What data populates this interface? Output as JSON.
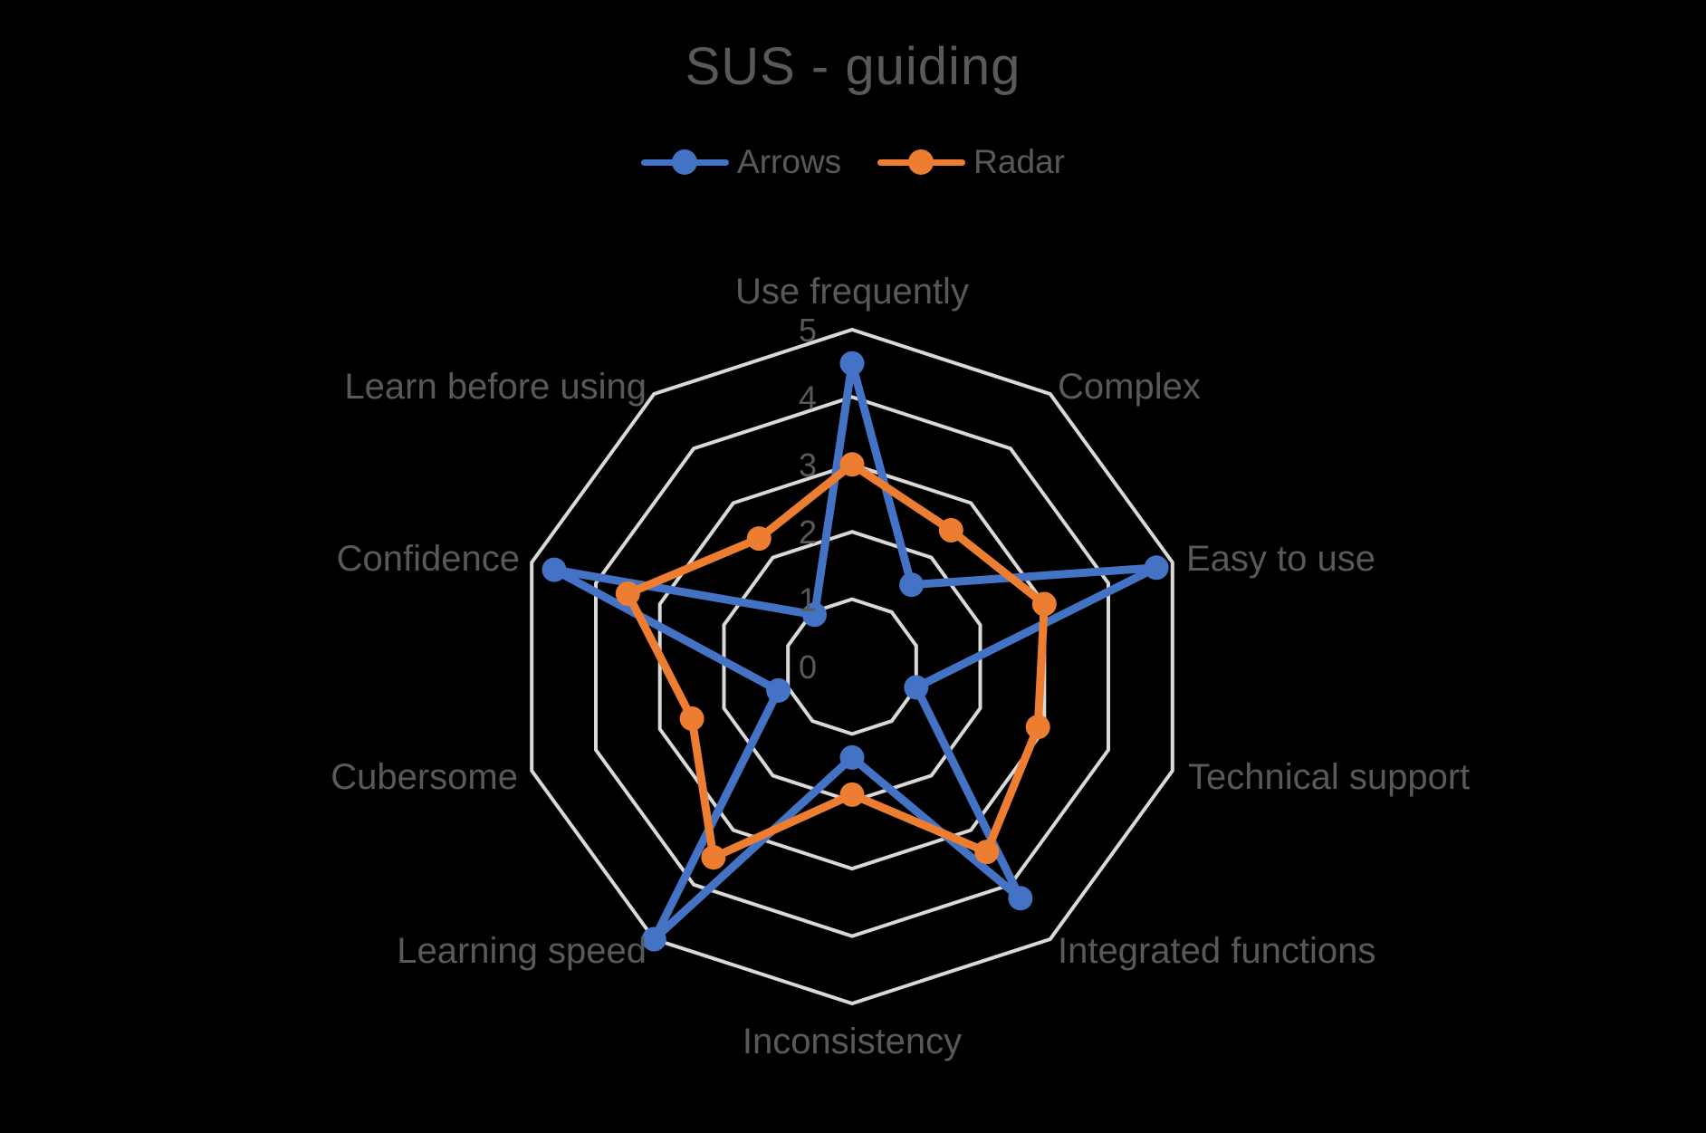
{
  "title": "SUS - guiding",
  "legend": {
    "items": [
      {
        "label": "Arrows",
        "color": "#4472C4"
      },
      {
        "label": "Radar",
        "color": "#ED7D31"
      }
    ]
  },
  "chart_data": {
    "type": "radar",
    "title": "SUS - guiding",
    "categories": [
      "Use frequently",
      "Complex",
      "Easy to use",
      "Technical support",
      "Integrated functions",
      "Inconsistency",
      "Learning speed",
      "Cubersome",
      "Confidence",
      "Learn before using"
    ],
    "series": [
      {
        "name": "Arrows",
        "color": "#4472C4",
        "values": [
          4.5,
          1.5,
          4.75,
          1.0,
          4.25,
          1.35,
          5.0,
          1.15,
          4.65,
          0.95
        ]
      },
      {
        "name": "Radar",
        "color": "#ED7D31",
        "values": [
          3.0,
          2.5,
          3.0,
          2.9,
          3.4,
          1.9,
          3.5,
          2.5,
          3.5,
          2.35
        ]
      }
    ],
    "r_axis": {
      "min": 0,
      "max": 5,
      "ticks": [
        "0",
        "1",
        "2",
        "3",
        "4",
        "5"
      ]
    },
    "legend_position": "top",
    "grid": "concentric 10-sided rings at each tick, no radial spokes",
    "gridline_color": "#D9D9D9",
    "text_color": "#595959",
    "background_color": "#000000"
  }
}
